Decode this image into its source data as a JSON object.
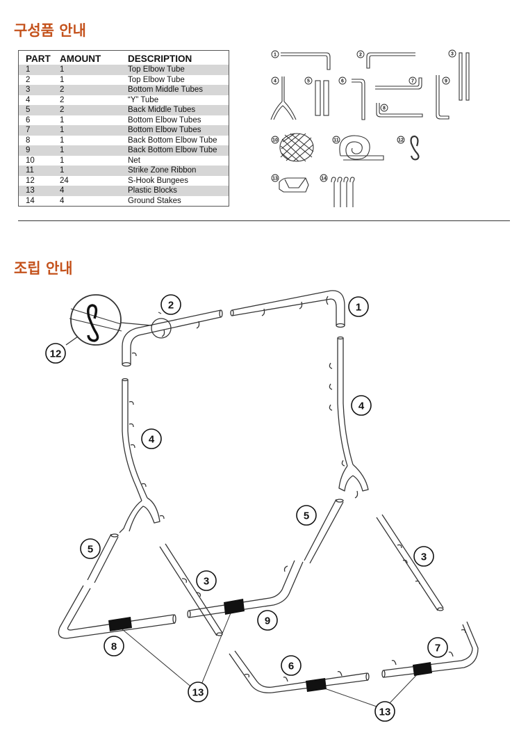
{
  "headings": {
    "components": "구성품 안내",
    "assembly": "조립 안내"
  },
  "parts_table": {
    "headers": [
      "PART",
      "AMOUNT",
      "DESCRIPTION"
    ],
    "rows": [
      [
        "1",
        "1",
        "Top Elbow Tube"
      ],
      [
        "2",
        "1",
        "Top Elbow Tube"
      ],
      [
        "3",
        "2",
        "Bottom Middle Tubes"
      ],
      [
        "4",
        "2",
        "“Y” Tube"
      ],
      [
        "5",
        "2",
        "Back Middle Tubes"
      ],
      [
        "6",
        "1",
        "Bottom Elbow Tubes"
      ],
      [
        "7",
        "1",
        "Bottom Elbow Tubes"
      ],
      [
        "8",
        "1",
        "Back Bottom Elbow Tube"
      ],
      [
        "9",
        "1",
        "Back Bottom Elbow Tube"
      ],
      [
        "10",
        "1",
        "Net"
      ],
      [
        "11",
        "1",
        "Strike Zone Ribbon"
      ],
      [
        "12",
        "24",
        "S-Hook Bungees"
      ],
      [
        "13",
        "4",
        "Plastic Blocks"
      ],
      [
        "14",
        "4",
        "Ground Stakes"
      ]
    ]
  },
  "parts_legend": [
    "1",
    "2",
    "3",
    "4",
    "5",
    "6",
    "7",
    "8",
    "9",
    "10",
    "11",
    "12",
    "13",
    "14"
  ],
  "assembly_labels": {
    "a1": "1",
    "a2": "2",
    "a12": "12",
    "a4L": "4",
    "a4R": "4",
    "a5L": "5",
    "a5R": "5",
    "a3L": "3",
    "a3R": "3",
    "a9": "9",
    "a8": "8",
    "a6": "6",
    "a7": "7",
    "a13L": "13",
    "a13R": "13"
  }
}
